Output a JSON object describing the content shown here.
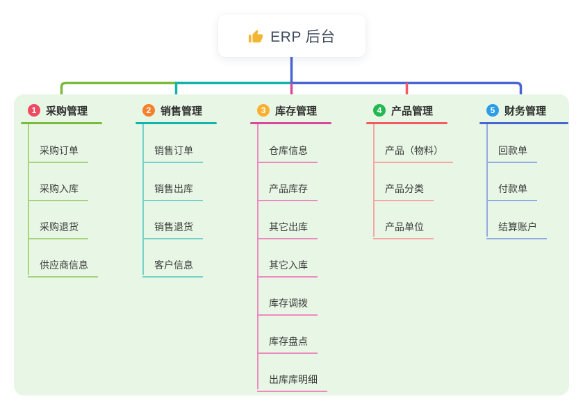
{
  "root": {
    "title": "ERP 后台",
    "icon": "thumbs-up-icon",
    "icon_color": "#f2b632"
  },
  "panel": {
    "background": "#e8f7e5"
  },
  "connectors": {
    "root_drop_color": "#4964d3"
  },
  "branches": [
    {
      "badge": "1",
      "label": "采购管理",
      "badge_color": "#ee4b63",
      "line_color": "#7cba3e",
      "child_line_color": "#a8d37d",
      "children": [
        "采购订单",
        "采购入库",
        "采购退货",
        "供应商信息"
      ]
    },
    {
      "badge": "2",
      "label": "销售管理",
      "badge_color": "#f6812c",
      "line_color": "#12b4aa",
      "child_line_color": "#77d1c9",
      "children": [
        "销售订单",
        "销售出库",
        "销售退货",
        "客户信息"
      ]
    },
    {
      "badge": "3",
      "label": "库存管理",
      "badge_color": "#f9b02e",
      "line_color": "#d8499c",
      "child_line_color": "#ee89c0",
      "children": [
        "仓库信息",
        "产品库存",
        "其它出库",
        "其它入库",
        "库存调拨",
        "库存盘点",
        "出库库明细"
      ]
    },
    {
      "badge": "4",
      "label": "产品管理",
      "badge_color": "#25b852",
      "line_color": "#f15b61",
      "child_line_color": "#f7a7a3",
      "children": [
        "产品（物料）",
        "产品分类",
        "产品单位"
      ]
    },
    {
      "badge": "5",
      "label": "财务管理",
      "badge_color": "#2b9de8",
      "line_color": "#4964d3",
      "child_line_color": "#94aae2",
      "children": [
        "回款单",
        "付款单",
        "结算账户"
      ]
    }
  ]
}
